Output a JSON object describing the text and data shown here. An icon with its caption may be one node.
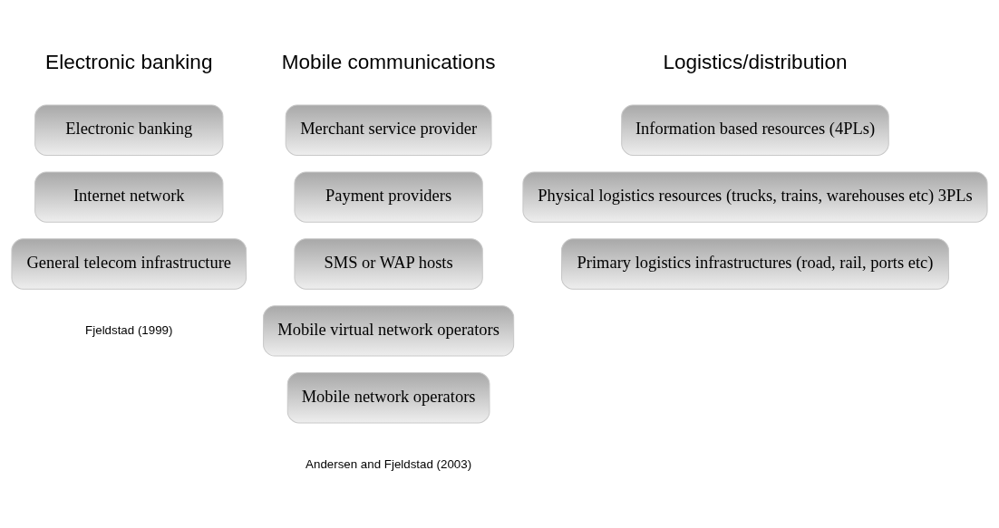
{
  "diagram": {
    "nodes": [
      {
        "text": [
          "Electronic banking"
        ]
      },
      {
        "text": [
          "Internet network"
        ]
      },
      {
        "text": [
          "General telecom infrastructure"
        ]
      },
      {
        "text": [
          "Merchant service provider"
        ]
      },
      {
        "text": [
          "Payment providers"
        ]
      },
      {
        "text": [
          "SMS or WAP hosts"
        ]
      },
      {
        "text": [
          "Mobile virtual network operators"
        ]
      },
      {
        "text": [
          "Mobile network operators"
        ]
      },
      {
        "text": [
          "Information based resources (4PLs)"
        ]
      },
      {
        "text": [
          "Physical logistics resources (trucks, trains, warehouses etc) 3PLs"
        ]
      },
      {
        "text": [
          "Primary logistics infrastructures (road, rail, ports etc)"
        ]
      }
    ],
    "labels": [
      "Electronic banking",
      "Mobile communications",
      "Logistics/distribution",
      "Fjeldstad (1999)",
      "Andersen and Fjeldstad (2003)"
    ]
  }
}
